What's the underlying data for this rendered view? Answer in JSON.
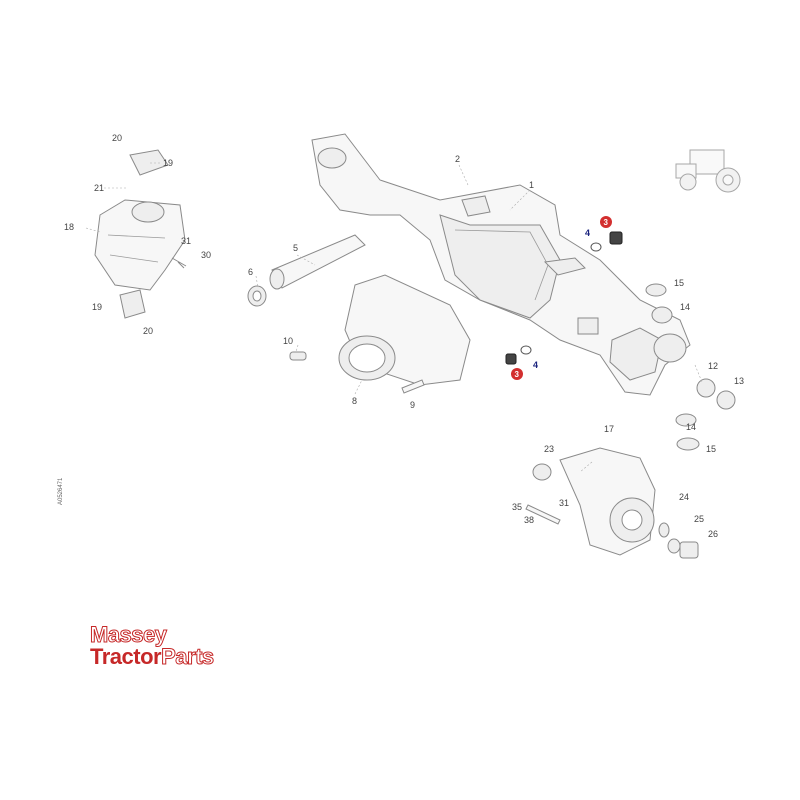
{
  "diagram": {
    "callouts": {
      "c1": "1",
      "c2": "2",
      "c3a": "3",
      "c3b": "3",
      "c4a": "4",
      "c4b": "4",
      "c5": "5",
      "c6": "6",
      "c8": "8",
      "c9": "9",
      "c10": "10",
      "c12": "12",
      "c13": "13",
      "c14a": "14",
      "c14b": "14",
      "c15a": "15",
      "c15b": "15",
      "c17": "17",
      "c18": "18",
      "c19a": "19",
      "c19b": "19",
      "c20a": "20",
      "c20b": "20",
      "c21": "21",
      "c23": "23",
      "c24": "24",
      "c25": "25",
      "c26": "26",
      "c30": "30",
      "c31a": "31",
      "c31b": "31",
      "c35": "35",
      "c38": "38"
    },
    "reference_code": "A0526471",
    "highlight_color": "#d32f2f"
  },
  "logo": {
    "line1": "Massey",
    "line2a": "Tractor",
    "line2b": "Parts",
    "brand_color": "#c62828"
  }
}
